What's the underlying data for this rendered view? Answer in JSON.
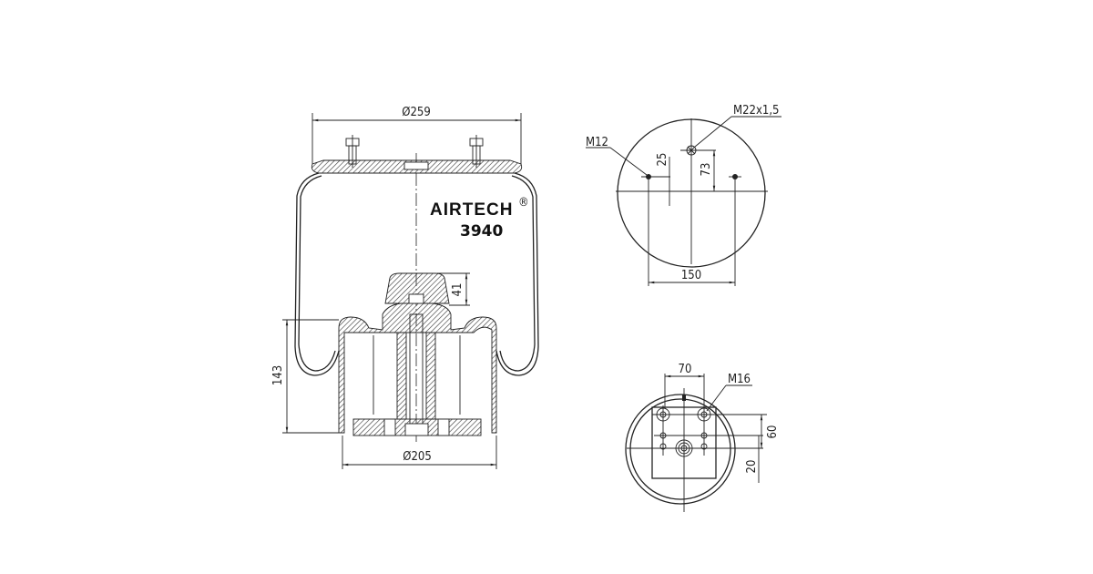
{
  "brand": {
    "name": "AIRTECH",
    "registered": "®",
    "model": "3940"
  },
  "side_view": {
    "top_diameter": "Ø259",
    "piston_diameter": "Ø205",
    "height_dim": "143",
    "bumper_height": "41"
  },
  "top_view": {
    "stud_thread": "M12",
    "air_port_thread": "M22x1,5",
    "offset_small": "25",
    "offset_large": "73",
    "stud_spacing": "150"
  },
  "bottom_view": {
    "hole_spacing": "70",
    "hole_thread": "M16",
    "offset_vertical": "60",
    "offset_small": "20"
  }
}
